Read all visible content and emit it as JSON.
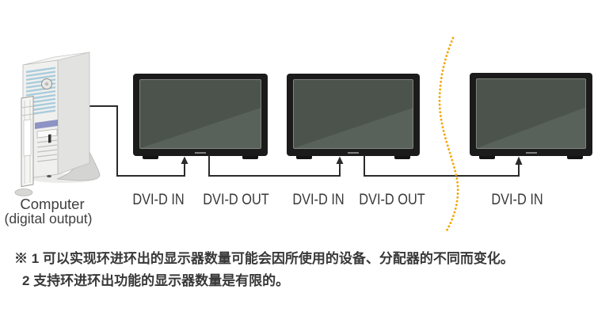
{
  "computer": {
    "label": "Computer",
    "sublabel": "(digital output)"
  },
  "port_labels": [
    "DVI-D IN",
    "DVI-D OUT",
    "DVI-D IN",
    "DVI-D OUT",
    "DVI-D IN"
  ],
  "notes": {
    "line1": "※ 1 可以实现环进环出的显示器数量可能会因所使用的设备、分配器的不同而变化。",
    "line2": "2 支持环进环出功能的显示器数量是有限的。"
  },
  "colors": {
    "dotted_curve": "#F5A506",
    "cable": "#2B2B2B",
    "screen_dark": "#4B534C",
    "screen_light": "#59625A",
    "bezel": "#1B1B1B"
  }
}
